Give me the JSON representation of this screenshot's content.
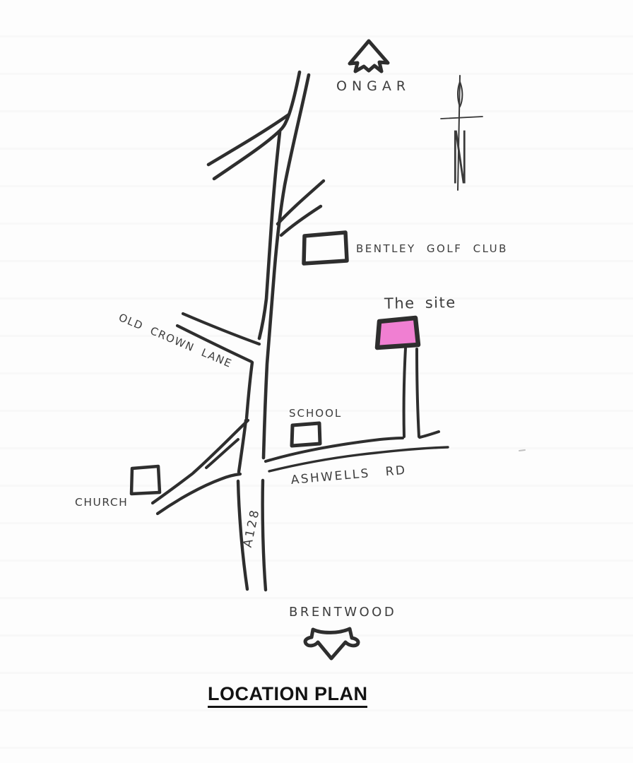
{
  "title": {
    "text": "LOCATION PLAN"
  },
  "labels": {
    "ongar": "ONGAR",
    "bentley_golf_club": "BENTLEY GOLF CLUB",
    "the_site": "The site",
    "old_crown_lane": "OLD CROWN LANE",
    "school": "SCHOOL",
    "ashwells_rd": "ASHWELLS RD",
    "church": "CHURCH",
    "a128": "A128",
    "brentwood": "BRENTWOOD",
    "north_letter": "N"
  },
  "colors": {
    "ink": "#2e2e2e",
    "handwriting": "#3d3d3d",
    "site_fill": "#f07fd2",
    "paper": "#fdfdfd"
  }
}
